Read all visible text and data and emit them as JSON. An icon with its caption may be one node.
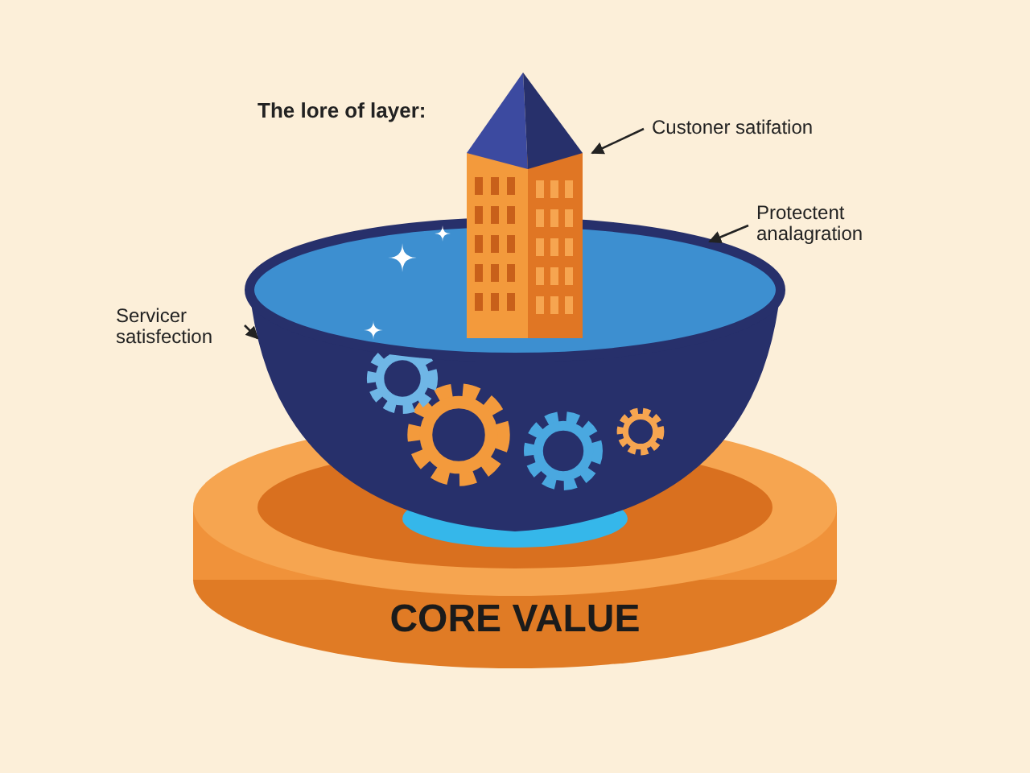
{
  "diagram": {
    "title": "The lore of layer:",
    "nodes": [
      {
        "text": [
          "Custoner satifation"
        ]
      },
      {
        "text": [],
        "shape": "picture"
      },
      {
        "text": [
          "Protectent analagration"
        ]
      },
      {
        "text": [],
        "shape": "picture"
      },
      {
        "text": [
          "Servicer satisfection"
        ]
      }
    ],
    "edges": [
      {
        "from": 0,
        "to": 1,
        "arrow": "to"
      },
      {
        "from": 2,
        "to": 3,
        "arrow": "to"
      },
      {
        "from": 4,
        "to": 3,
        "arrow": "to"
      }
    ],
    "labels": [
      "CORE VALUE"
    ]
  }
}
